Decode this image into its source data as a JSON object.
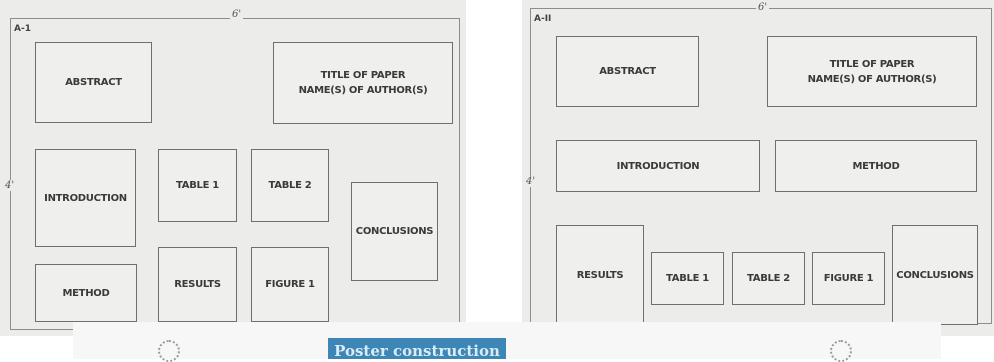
{
  "layout_a1": {
    "label": "A-1",
    "width_dim": "6'",
    "height_dim": "4'",
    "boxes": {
      "abstract": "ABSTRACT",
      "title": "TITLE OF PAPER\nNAME(S) OF AUTHOR(S)",
      "introduction": "INTRODUCTION",
      "table1": "TABLE 1",
      "table2": "TABLE 2",
      "conclusions": "CONCLUSIONS",
      "method": "METHOD",
      "results": "RESULTS",
      "figure1": "FIGURE 1"
    }
  },
  "layout_a2": {
    "label": "A-II",
    "width_dim": "6'",
    "height_dim": "4'",
    "boxes": {
      "abstract": "ABSTRACT",
      "title": "TITLE OF PAPER\nNAME(S) OF AUTHOR(S)",
      "introduction": "INTRODUCTION",
      "method": "METHOD",
      "results": "RESULTS",
      "table1": "TABLE 1",
      "table2": "TABLE 2",
      "figure1": "FIGURE 1",
      "conclusions": "CONCLUSIONS"
    }
  },
  "bottom_banner": {
    "text": "Poster construction",
    "color": "#3d86b6"
  }
}
